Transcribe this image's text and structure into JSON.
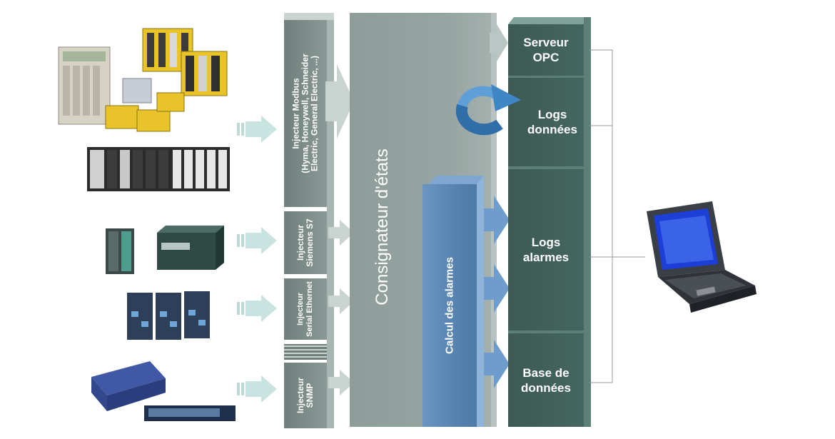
{
  "injectors": [
    {
      "label": "Injecteur Modbus\n(Hyma, Honeywell, Schneider\nElectric, General Electric, ...)"
    },
    {
      "label": "Injecteur\nSiemens S7"
    },
    {
      "label": "Injecteur\nSerial Ethernet"
    },
    {
      "label": "Injecteur\nSNMP"
    }
  ],
  "consignateur": {
    "label": "Consignateur d'états"
  },
  "alarm_calc": {
    "label": "Calcul des alarmes"
  },
  "stores": [
    {
      "label": "Serveur\nOPC"
    },
    {
      "label": "Logs\ndonnées"
    },
    {
      "label": "Logs\nalarmes"
    },
    {
      "label": "Base de\ndonnées"
    }
  ],
  "colors": {
    "injector": "#7f8f8b",
    "consignateur": "#8c9b98",
    "alarm_calc": "#4f7fa8",
    "store": "#3d5a54",
    "arrow_input": "#c9e4e0",
    "arrow_blue": "#6e9ccc"
  },
  "icons": [
    "plc-modules-icon",
    "modbus-rack-icon",
    "siemens-s7-icon",
    "serial-ethernet-switch-icon",
    "network-switch-icon",
    "laptop-icon",
    "cycle-arrow-icon"
  ]
}
